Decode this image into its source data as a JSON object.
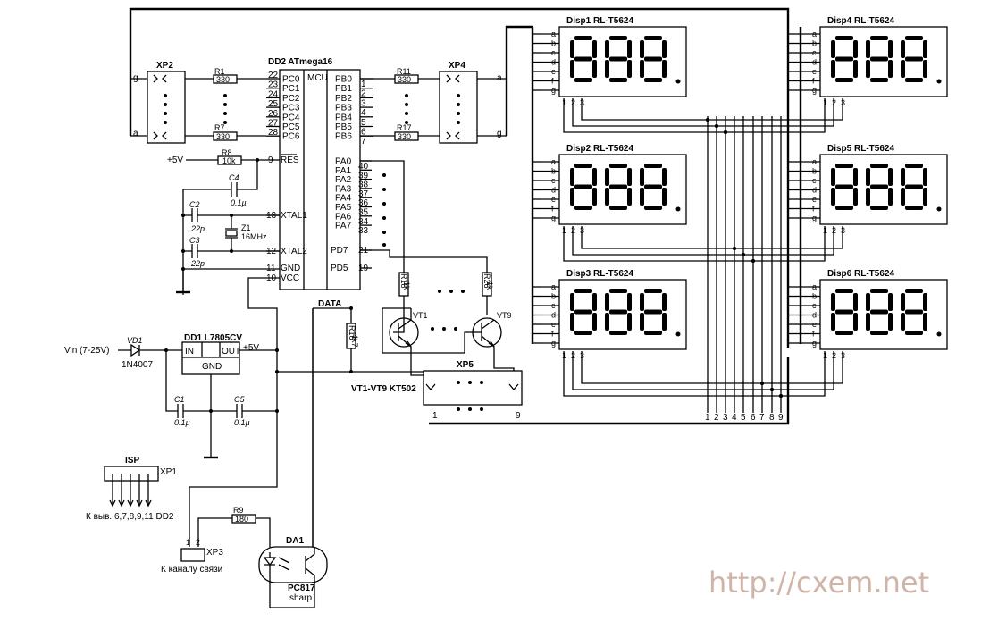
{
  "mcu": {
    "ref": "DD2 ATmega16",
    "tag": "MCU",
    "left_pins": [
      {
        "num": "22",
        "name": "PC0"
      },
      {
        "num": "23",
        "name": "PC1"
      },
      {
        "num": "24",
        "name": "PC2"
      },
      {
        "num": "25",
        "name": "PC3"
      },
      {
        "num": "26",
        "name": "PC4"
      },
      {
        "num": "27",
        "name": "PC5"
      },
      {
        "num": "28",
        "name": "PC6"
      }
    ],
    "right_pins": [
      {
        "name": "PB0",
        "num": "1"
      },
      {
        "name": "PB1",
        "num": "2"
      },
      {
        "name": "PB2",
        "num": "3"
      },
      {
        "name": "PB3",
        "num": "4"
      },
      {
        "name": "PB4",
        "num": "5"
      },
      {
        "name": "PB5",
        "num": "6"
      },
      {
        "name": "PB6",
        "num": "7"
      }
    ],
    "res": {
      "num": "9",
      "name": "RES"
    },
    "xtal1": {
      "num": "13",
      "name": "XTAL1"
    },
    "xtal2": {
      "num": "12",
      "name": "XTAL2"
    },
    "gnd": {
      "num": "11",
      "name": "GND"
    },
    "vcc": {
      "num": "10",
      "name": "VCC"
    },
    "pa_pins": [
      {
        "name": "PA0",
        "num": "40"
      },
      {
        "name": "PA1",
        "num": "39"
      },
      {
        "name": "PA2",
        "num": "38"
      },
      {
        "name": "PA3",
        "num": "37"
      },
      {
        "name": "PA4",
        "num": "36"
      },
      {
        "name": "PA5",
        "num": "35"
      },
      {
        "name": "PA6",
        "num": "34"
      },
      {
        "name": "PA7",
        "num": "33"
      }
    ],
    "pd7": {
      "name": "PD7",
      "num": "21"
    },
    "pd5": {
      "name": "PD5",
      "num": "19"
    }
  },
  "xp2": {
    "label": "XP2",
    "top": "g",
    "bottom": "a"
  },
  "xp4": {
    "label": "XP4",
    "top": "a",
    "bottom": "g"
  },
  "resistors": {
    "r1": {
      "ref": "R1",
      "value": "330"
    },
    "r7": {
      "ref": "R7",
      "value": "330"
    },
    "r11": {
      "ref": "R11",
      "value": "330"
    },
    "r17": {
      "ref": "R17",
      "value": "330"
    },
    "r8": {
      "ref": "R8",
      "value": "10k"
    },
    "r18": {
      "ref": "R18",
      "value": "1k"
    },
    "r26": {
      "ref": "R26",
      "value": "1k"
    },
    "r16": {
      "ref": "R16",
      "value": "4k7"
    },
    "r9": {
      "ref": "R9",
      "value": "180"
    }
  },
  "supply": {
    "plus5": "+5V"
  },
  "caps": {
    "c4": {
      "ref": "C4",
      "value": "0.1µ"
    },
    "c2": {
      "ref": "C2",
      "value": "22p"
    },
    "c3": {
      "ref": "C3",
      "value": "22p"
    },
    "c1": {
      "ref": "C1",
      "value": "0.1µ"
    },
    "c5": {
      "ref": "C5",
      "value": "0.1µ"
    }
  },
  "crystal": {
    "ref": "Z1",
    "value": "16MHz"
  },
  "regulator": {
    "ref": "DD1 L7805CV",
    "in": "IN",
    "out": "OUT",
    "gnd": "GND",
    "out_v": "+5V"
  },
  "vin": {
    "label": "Vin (7-25V)"
  },
  "diode": {
    "ref": "VD1",
    "part": "1N4007"
  },
  "data_label": "DATA",
  "transistors": {
    "vt1": "VT1",
    "vt9": "VT9",
    "note": "VT1-VT9 KT502"
  },
  "xp5": {
    "label": "XP5",
    "pin_first": "1",
    "pin_last": "9"
  },
  "isp": {
    "label": "ISP",
    "ref": "XP1",
    "note": "К выв. 6,7,8,9,11 DD2"
  },
  "xp3": {
    "ref": "XP3",
    "pin1": "1",
    "pin2": "2",
    "note": "К каналу связи"
  },
  "opto": {
    "ref": "DA1",
    "part": "PC817",
    "maker": "sharp"
  },
  "displays": [
    {
      "ref": "Disp1",
      "part": "RL-T5624"
    },
    {
      "ref": "Disp2",
      "part": "RL-T5624"
    },
    {
      "ref": "Disp3",
      "part": "RL-T5624"
    },
    {
      "ref": "Disp4",
      "part": "RL-T5624"
    },
    {
      "ref": "Disp5",
      "part": "RL-T5624"
    },
    {
      "ref": "Disp6",
      "part": "RL-T5624"
    }
  ],
  "segment_letters": [
    "a",
    "b",
    "c",
    "d",
    "e",
    "f",
    "g"
  ],
  "digit_pins": [
    "1",
    "2",
    "3"
  ],
  "bus_numbers": [
    "1",
    "2",
    "3",
    "4",
    "5",
    "6",
    "7",
    "8",
    "9"
  ],
  "watermark": "http://cxem.net"
}
